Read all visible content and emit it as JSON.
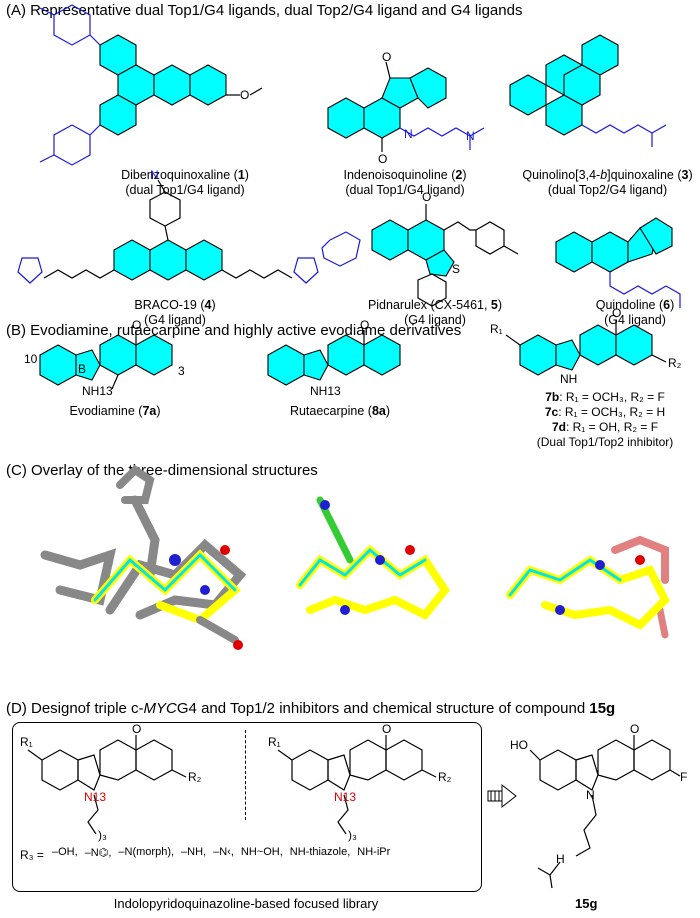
{
  "section_a": {
    "title": "(A) Representative  dual Top1/G4 ligands, dual Top2/G4 ligand and G4 ligands"
  },
  "section_b": {
    "title": "(B) Evodiamine, rutaecarpine and highly active evodiame derivatives"
  },
  "section_c": {
    "title": "(C) Overlay of the three-dimensional structures"
  },
  "section_d": {
    "title_pre": "(D) Designof triple c-",
    "title_ital": "MYC",
    "title_post": "G4 and Top1/2 inhibitors and chemical structure of compound ",
    "title_bold": "15g"
  },
  "compounds": {
    "c1": {
      "name": "Dibenzoquinoxaline (",
      "num": "1",
      "close": ")",
      "role": "(dual Top1/G4 ligand)"
    },
    "c2": {
      "name": "Indenoisoquinoline (",
      "num": "2",
      "close": ")",
      "role": "(dual Top1/G4 ligand)"
    },
    "c3": {
      "name": "Quinolino[3,4-",
      "ital": "b",
      "name2": "]quinoxaline (",
      "num": "3",
      "close": ")",
      "role": "(dual Top2/G4 ligand)"
    },
    "c4": {
      "name": "BRACO-19 (",
      "num": "4",
      "close": ")",
      "role": "(G4 ligand)"
    },
    "c5": {
      "name": "Pidnarulex (CX-5461, ",
      "num": "5",
      "close": ")",
      "role": "(G4 ligand)"
    },
    "c6": {
      "name": "Quindoline (",
      "num": "6",
      "close": ")",
      "role": "(G4 ligand)"
    },
    "c7a": {
      "name": "Evodiamine (",
      "num": "7a",
      "close": ")"
    },
    "c8a": {
      "name": "Rutaecarpine (",
      "num": "8a",
      "close": ")"
    },
    "c7b": {
      "num": "7b",
      "text": ": R₁ = OCH₃, R₂ = F"
    },
    "c7c": {
      "num": "7c",
      "text": ": R₁ = OCH₃, R₂ = H"
    },
    "c7d": {
      "num": "7d",
      "text": ": R₁ = OH, R₂ = F"
    },
    "c7d_role": "(Dual Top1/Top2  inhibitor)",
    "c15g": {
      "num": "15g"
    }
  },
  "atoms": {
    "o": "O",
    "n": "N",
    "nh": "NH",
    "h": "H",
    "s": "S",
    "f": "F",
    "ho": "HO",
    "och3": "O",
    "n13": "N13",
    "nh13": "NH13",
    "b": "B",
    "n10": "10",
    "n3": "3",
    "r1": "R₁",
    "r2": "R₂",
    "r3_sub": ")₃"
  },
  "library": {
    "caption": "Indolopyridoquinazoline-based focused library",
    "r3_label": "R₃ =",
    "substituents": [
      "–OH,",
      "–N⌬,",
      "–N(morph),",
      "–NH,",
      "–N‹,",
      "NH~OH,",
      "NH-thiazole,",
      "NH-iPr"
    ]
  },
  "colors": {
    "ring_fill": "#00ffff",
    "heteroatom": "#1a1adc",
    "carbon_3d": "#ffff00",
    "highlight_red": "#e00000"
  }
}
